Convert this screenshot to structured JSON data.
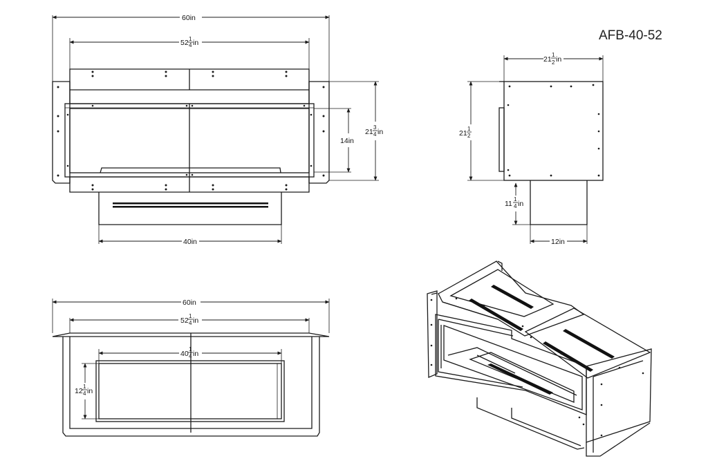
{
  "model": "AFB-40-52",
  "front_view": {
    "width_overall": {
      "whole": "60",
      "unit": "in"
    },
    "width_frame": {
      "whole": "52",
      "num": "1",
      "den": "4",
      "unit": "in"
    },
    "width_box": {
      "whole": "40",
      "unit": "in"
    },
    "height_overall": {
      "whole": "21",
      "num": "3",
      "den": "4",
      "unit": "in"
    },
    "height_opening": {
      "whole": "14",
      "unit": "in"
    }
  },
  "side_view": {
    "depth": {
      "whole": "21",
      "num": "1",
      "den": "2",
      "unit": "in"
    },
    "height": {
      "whole": "21",
      "num": "1",
      "den": "2",
      "unit": "in"
    },
    "box_height": {
      "whole": "11",
      "num": "1",
      "den": "4",
      "unit": "in"
    },
    "box_depth": {
      "whole": "12",
      "unit": "in"
    }
  },
  "top_view": {
    "width_overall": {
      "whole": "60",
      "unit": "in"
    },
    "width_frame": {
      "whole": "52",
      "num": "1",
      "den": "4",
      "unit": "in"
    },
    "width_opening": {
      "whole": "40",
      "num": "1",
      "den": "4",
      "unit": "in"
    },
    "depth_opening": {
      "whole": "12",
      "num": "1",
      "den": "4",
      "unit": "in"
    }
  },
  "colors": {
    "line": "#1a1a1a",
    "background": "#ffffff"
  }
}
